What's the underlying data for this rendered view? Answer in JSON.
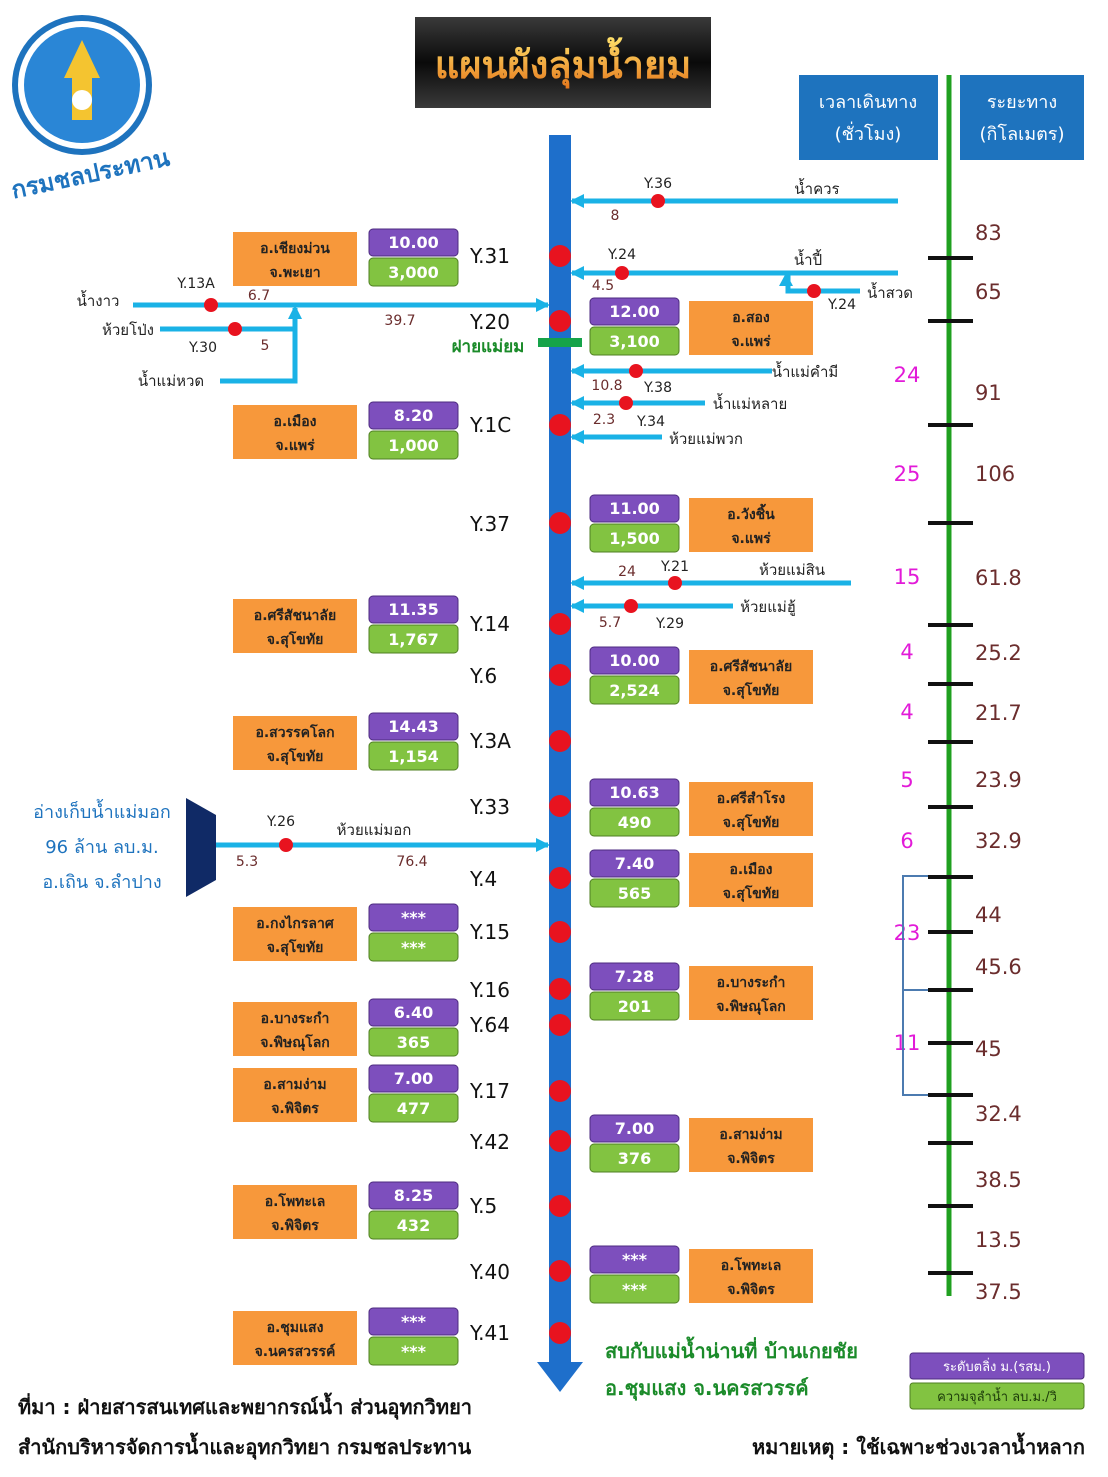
{
  "title": "แผนผังลุ่มน้ำยม",
  "logo_text": "กรมชลประทาน",
  "header": {
    "travel_time_line1": "เวลาเดินทาง",
    "travel_time_line2": "(ชั่วโมง)",
    "distance_line1": "ระยะทาง",
    "distance_line2": "(กิโลเมตร)"
  },
  "colors": {
    "main_river": "#1e6fcb",
    "tributary": "#1ab2e6",
    "station": "#e8131f",
    "level_box": "#7d4fbd",
    "capacity_box": "#82c341",
    "location_box": "#f7983b",
    "distance_axis": "#20a020",
    "time_text": "#e21ad8",
    "header_box": "#1e73be",
    "blue_text": "#1e73be",
    "green_text": "#1b8b2a"
  },
  "main_stations": [
    {
      "code": "Y.31",
      "side": "left",
      "level": "10.00",
      "capacity": "3,000",
      "loc1": "อ.เชียงม่วน",
      "loc2": "จ.พะเยา"
    },
    {
      "code": "Y.20",
      "side": "right",
      "level": "12.00",
      "capacity": "3,100",
      "loc1": "อ.สอง",
      "loc2": "จ.แพร่"
    },
    {
      "code": "Y.1C",
      "side": "left",
      "level": "8.20",
      "capacity": "1,000",
      "loc1": "อ.เมือง",
      "loc2": "จ.แพร่"
    },
    {
      "code": "Y.37",
      "side": "right",
      "level": "11.00",
      "capacity": "1,500",
      "loc1": "อ.วังชิ้น",
      "loc2": "จ.แพร่"
    },
    {
      "code": "Y.14",
      "side": "left",
      "level": "11.35",
      "capacity": "1,767",
      "loc1": "อ.ศรีสัชนาลัย",
      "loc2": "จ.สุโขทัย"
    },
    {
      "code": "Y.6",
      "side": "right",
      "level": "10.00",
      "capacity": "2,524",
      "loc1": "อ.ศรีสัชนาลัย",
      "loc2": "จ.สุโขทัย"
    },
    {
      "code": "Y.3A",
      "side": "left",
      "level": "14.43",
      "capacity": "1,154",
      "loc1": "อ.สวรรคโลก",
      "loc2": "จ.สุโขทัย"
    },
    {
      "code": "Y.33",
      "side": "right",
      "level": "10.63",
      "capacity": "490",
      "loc1": "อ.ศรีสำโรง",
      "loc2": "จ.สุโขทัย"
    },
    {
      "code": "Y.4",
      "side": "right",
      "level": "7.40",
      "capacity": "565",
      "loc1": "อ.เมือง",
      "loc2": "จ.สุโขทัย"
    },
    {
      "code": "Y.15",
      "side": "left",
      "level": "***",
      "capacity": "***",
      "loc1": "อ.กงไกรลาศ",
      "loc2": "จ.สุโขทัย"
    },
    {
      "code": "Y.16",
      "side": "right",
      "level": "7.28",
      "capacity": "201",
      "loc1": "อ.บางระกำ",
      "loc2": "จ.พิษณุโลก"
    },
    {
      "code": "Y.64",
      "side": "left",
      "level": "6.40",
      "capacity": "365",
      "loc1": "อ.บางระกำ",
      "loc2": "จ.พิษณุโลก"
    },
    {
      "code": "Y.17",
      "side": "left",
      "level": "7.00",
      "capacity": "477",
      "loc1": "อ.สามง่าม",
      "loc2": "จ.พิจิตร"
    },
    {
      "code": "Y.42",
      "side": "right",
      "level": "7.00",
      "capacity": "376",
      "loc1": "อ.สามง่าม",
      "loc2": "จ.พิจิตร"
    },
    {
      "code": "Y.5",
      "side": "left",
      "level": "8.25",
      "capacity": "432",
      "loc1": "อ.โพทะเล",
      "loc2": "จ.พิจิตร"
    },
    {
      "code": "Y.40",
      "side": "right",
      "level": "***",
      "capacity": "***",
      "loc1": "อ.โพทะเล",
      "loc2": "จ.พิจิตร"
    },
    {
      "code": "Y.41",
      "side": "left",
      "level": "***",
      "capacity": "***",
      "loc1": "อ.ชุมแสง",
      "loc2": "จ.นครสวรรค์"
    }
  ],
  "dam_label": "ฝายแม่ยม",
  "tributaries_right": [
    {
      "name": "น้ำควร",
      "station": "Y.36",
      "dist": "8"
    },
    {
      "name": "น้ำปี้",
      "station": "Y.24",
      "dist": "4.5"
    },
    {
      "name": "น้ำสวด",
      "station": "Y.24"
    },
    {
      "name": "น้ำแม่คำมี",
      "station": "Y.38",
      "dist": "10.8"
    },
    {
      "name": "น้ำแม่หลาย",
      "station": "Y.34",
      "dist": "2.3"
    },
    {
      "name": "ห้วยแม่พวก"
    },
    {
      "name": "ห้วยแม่สิน",
      "station": "Y.21",
      "dist": "24"
    },
    {
      "name": "ห้วยแม่ฮู้",
      "station": "Y.29",
      "dist": "5.7"
    }
  ],
  "tributaries_left": [
    {
      "name": "น้ำงาว",
      "station": "Y.13A",
      "dist1": "6.7",
      "dist2": "39.7"
    },
    {
      "name": "ห้วยโป่ง",
      "station": "Y.30",
      "dist": "5"
    },
    {
      "name": "น้ำแม่หวด"
    }
  ],
  "reservoir": {
    "line1": "อ่างเก็บน้ำแม่มอก",
    "line2": "96 ล้าน ลบ.ม.",
    "line3": "อ.เถิน จ.ลำปาง",
    "river": "ห้วยแม่มอก",
    "station": "Y.26",
    "dist1": "5.3",
    "dist2": "76.4"
  },
  "distances": [
    "83",
    "65",
    "91",
    "106",
    "61.8",
    "25.2",
    "21.7",
    "23.9",
    "32.9",
    "44",
    "45.6",
    "45",
    "32.4",
    "38.5",
    "13.5",
    "37.5"
  ],
  "times": [
    "24",
    "25",
    "15",
    "4",
    "4",
    "5",
    "6",
    "23",
    "11"
  ],
  "confluence": {
    "line1": "สบกับแม่น้ำน่านที่ บ้านเกยชัย",
    "line2": "อ.ชุมแสง จ.นครสวรรค์"
  },
  "legend": {
    "level": "ระดับตลิ่ง ม.(รสม.)",
    "capacity": "ความจุลำน้ำ ลบ.ม./วิ"
  },
  "source": {
    "line1": "ที่มา : ฝ่ายสารสนเทศและพยากรณ์น้ำ ส่วนอุทกวิทยา",
    "line2": "สำนักบริหารจัดการน้ำและอุทกวิทยา กรมชลประทาน"
  },
  "note": "หมายเหตุ : ใช้เฉพาะช่วงเวลาน้ำหลาก"
}
